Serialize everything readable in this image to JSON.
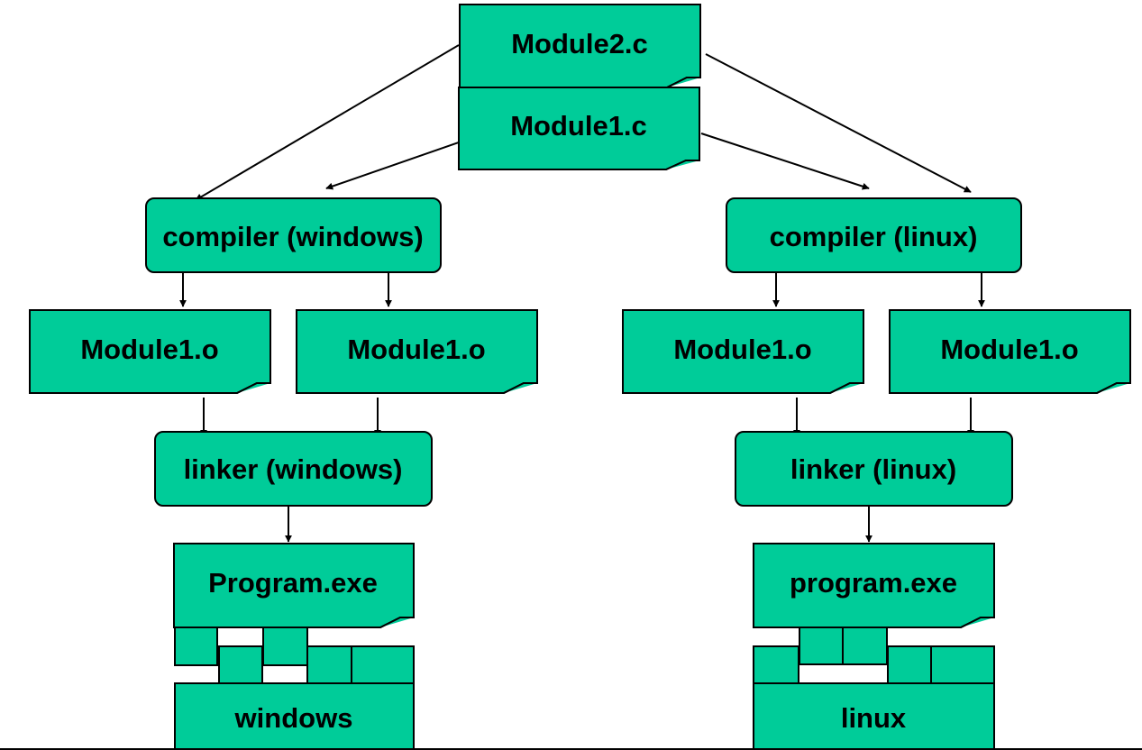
{
  "colors": {
    "node_fill": "#00cc99",
    "stroke": "#000000",
    "background": "#ffffff"
  },
  "diagram": {
    "sources": {
      "module2": "Module2.c",
      "module1": "Module1.c"
    },
    "windows": {
      "compiler": "compiler (windows)",
      "object_left": "Module1.o",
      "object_right": "Module1.o",
      "linker": "linker (windows)",
      "program": "Program.exe",
      "os": "windows"
    },
    "linux": {
      "compiler": "compiler (linux)",
      "object_left": "Module1.o",
      "object_right": "Module1.o",
      "linker": "linker (linux)",
      "program": "program.exe",
      "os": "linux"
    }
  }
}
